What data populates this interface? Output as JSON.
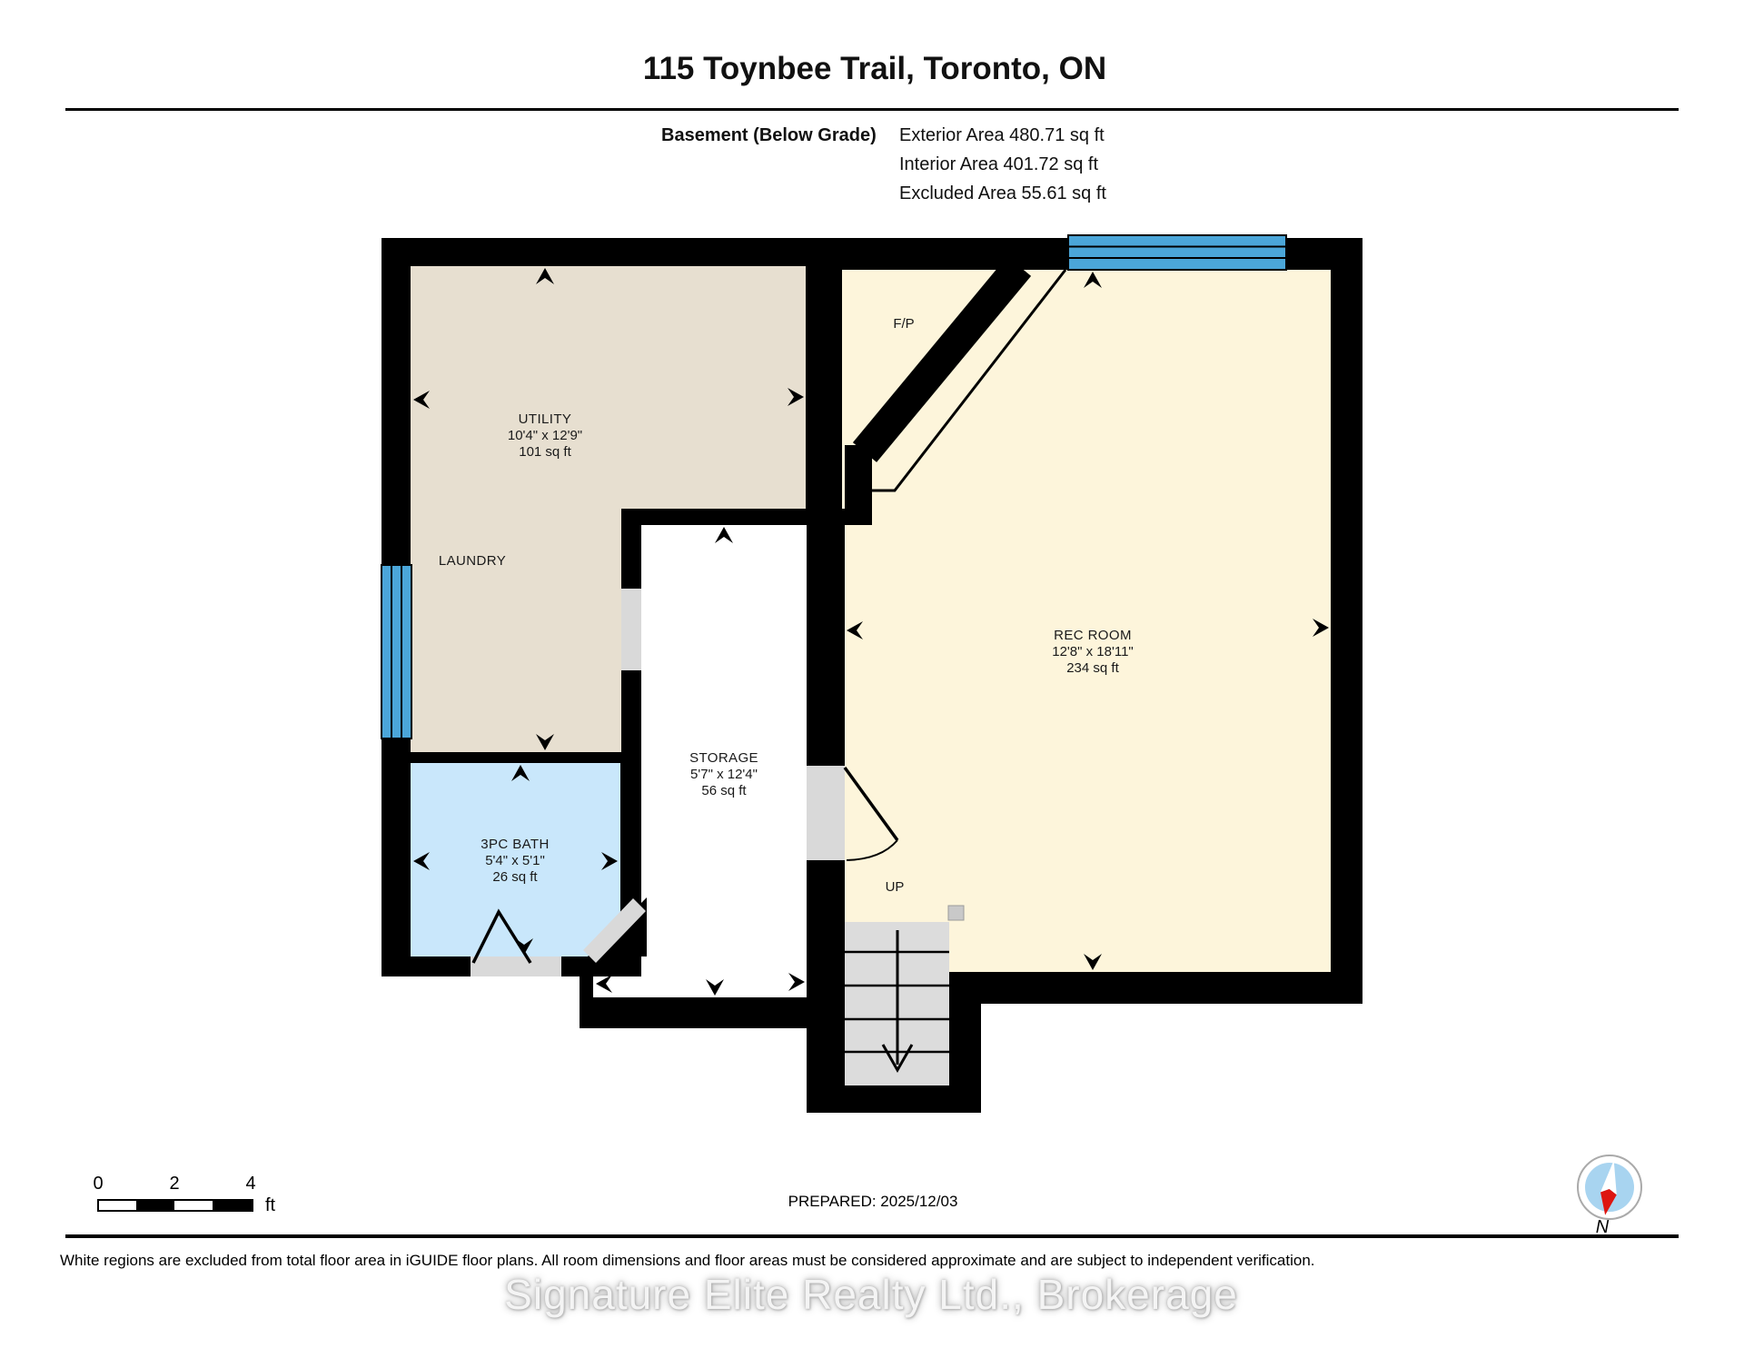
{
  "header": {
    "title": "115 Toynbee Trail, Toronto, ON"
  },
  "legend": {
    "floor": "Basement (Below Grade)",
    "exterior": "Exterior Area 480.71 sq ft",
    "interior": "Interior Area 401.72 sq ft",
    "excluded": "Excluded Area 55.61 sq ft"
  },
  "rooms": {
    "utility": {
      "name": "UTILITY",
      "dims": "10'4\" x 12'9\"",
      "area": "101 sq ft"
    },
    "laundry": {
      "name": "LAUNDRY"
    },
    "fireplace": {
      "name": "F/P"
    },
    "rec": {
      "name": "REC ROOM",
      "dims": "12'8\" x 18'11\"",
      "area": "234 sq ft"
    },
    "storage": {
      "name": "STORAGE",
      "dims": "5'7\" x 12'4\"",
      "area": "56 sq ft"
    },
    "bath": {
      "name": "3PC BATH",
      "dims": "5'4\" x 5'1\"",
      "area": "26 sq ft"
    },
    "stairs": {
      "name": "UP"
    }
  },
  "scale_bar": {
    "t0": "0",
    "t2": "2",
    "t4": "4",
    "unit": "ft"
  },
  "prepared": "PREPARED: 2025/12/03",
  "compass": {
    "north": "N"
  },
  "footer": {
    "disclaimer": "White regions are excluded from total floor area in iGUIDE floor plans. All room dimensions and floor areas must be considered approximate and are subject to independent verification.",
    "watermark": "Signature Elite Realty Ltd., Brokerage"
  },
  "colors": {
    "wall": "#000000",
    "utility_fill": "#e7dfd0",
    "rec_fill": "#fdf5db",
    "bath_fill": "#c9e7fb",
    "storage_fill": "#ffffff",
    "window": "#4ba6d9",
    "door": "#d9d9d9",
    "stairs": "#dcdcdc",
    "compass_blue": "#a8d4f0",
    "compass_red": "#dd1511"
  }
}
